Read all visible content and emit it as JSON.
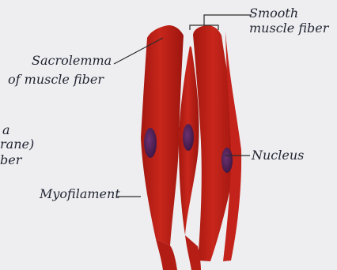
{
  "diagram": {
    "labels": {
      "smooth_fiber_line1": "Smooth",
      "smooth_fiber_line2": "muscle fiber",
      "sarcolemma_line1": "Sacrolemma",
      "sarcolemma_line2": "of muscle fiber",
      "left_partial_line1": "a",
      "left_partial_line2": "rane)",
      "left_partial_line3": "ber",
      "nucleus": "Nucleus",
      "myofilament": "Myofilament"
    },
    "colors": {
      "background": "#eeeef1",
      "fiber_red": "#bd1e16",
      "fiber_dark": "#8e140f",
      "nucleus": "#4a1d4f",
      "leader_line": "#2b2b2b",
      "text": "#1f2430"
    }
  }
}
